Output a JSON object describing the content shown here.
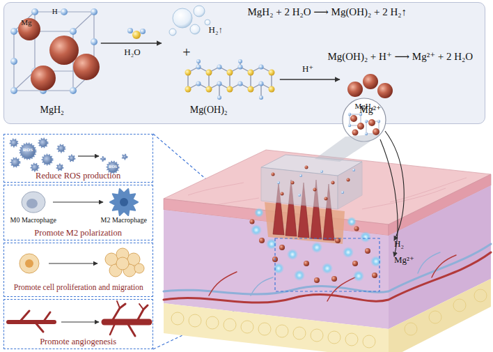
{
  "diagram": {
    "nodes": [
      {
        "text": [
          "MgH₂ + 2 H₂O ⟶ Mg(OH)₂ + 2 H₂↑",
          "Mg(OH)₂ + H⁺ ⟶ Mg²⁺ + 2 H₂O"
        ]
      },
      {
        "text": [
          "Mg",
          "H",
          "MgH₂"
        ],
        "in": 0
      },
      {
        "text": [
          "H₂↑",
          "Mg(OH)₂"
        ],
        "in": 0
      },
      {
        "text": [
          "Mg²⁺"
        ],
        "in": 0
      },
      {
        "text": [
          "Reduce ROS production"
        ]
      },
      {
        "text": [
          "M0 Macrophage",
          "M2 Macrophage",
          "Promote M2 polarization"
        ]
      },
      {
        "text": [
          "Promote cell proliferation and migration"
        ]
      },
      {
        "text": [
          "Promote angiogenesis"
        ]
      },
      {
        "text": [
          "MgH₂"
        ]
      }
    ],
    "edges": [
      {
        "from": 1,
        "to": 2,
        "arrow": "to",
        "label": "H₂O"
      },
      {
        "from": 2,
        "to": 3,
        "arrow": "to",
        "label": "H⁺"
      }
    ],
    "labels": [
      "+",
      "ROS",
      "ROS",
      "H₂",
      "Mg²⁺"
    ]
  }
}
